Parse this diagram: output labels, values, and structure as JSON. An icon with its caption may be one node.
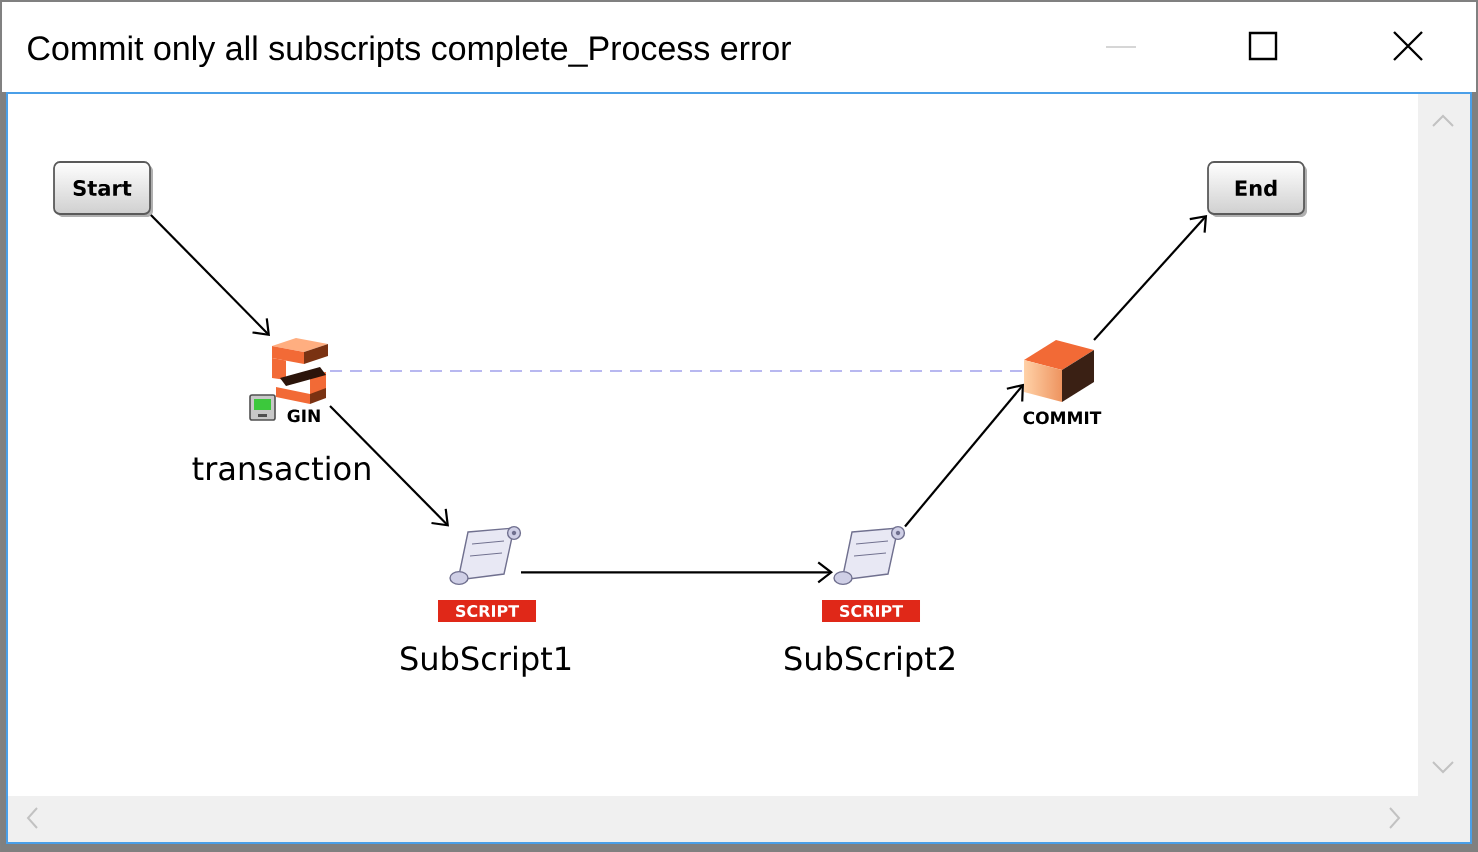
{
  "diagram": {
    "title": "Commit only all subscripts complete_Process error",
    "nodes": [
      {
        "text": [
          "Start"
        ]
      },
      {
        "text": [
          "GIN",
          "transaction"
        ]
      },
      {
        "text": [
          "SCRIPT",
          "SubScript1"
        ]
      },
      {
        "text": [
          "SCRIPT",
          "SubScript2"
        ]
      },
      {
        "text": [
          "COMMIT"
        ]
      },
      {
        "text": [
          "End"
        ]
      }
    ],
    "edges": [
      {
        "from": 0,
        "to": 1,
        "arrow": "to"
      },
      {
        "from": 1,
        "to": 2,
        "arrow": "to"
      },
      {
        "from": 2,
        "to": 3,
        "arrow": "to"
      },
      {
        "from": 3,
        "to": 4,
        "arrow": "to"
      },
      {
        "from": 4,
        "to": 5,
        "arrow": "to"
      },
      {
        "from": 1,
        "to": 4,
        "arrow": "none",
        "style": "dashed",
        "color": "#b8b8f0"
      }
    ]
  }
}
